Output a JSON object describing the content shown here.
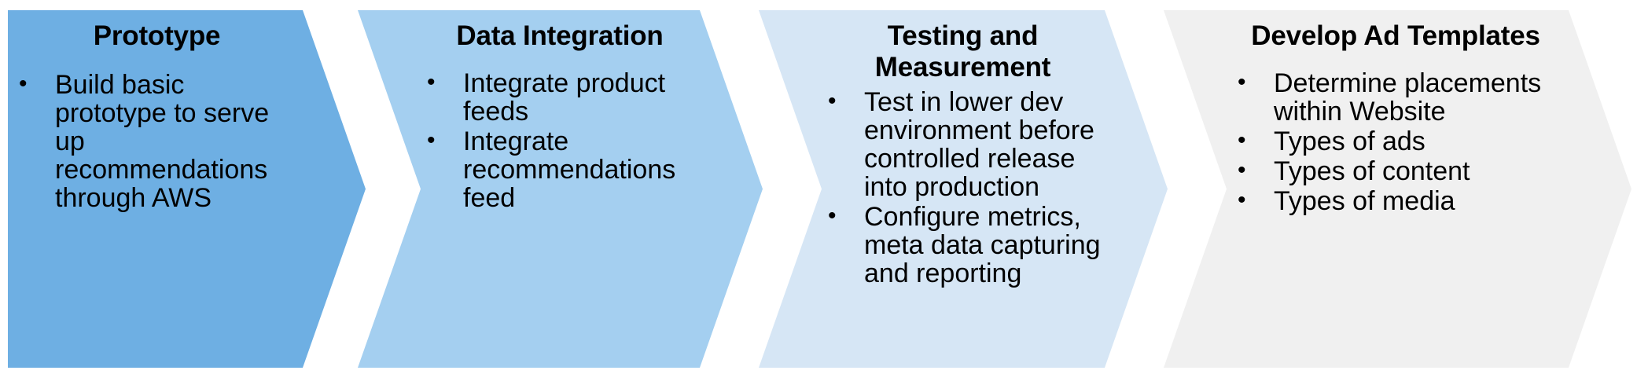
{
  "diagram": {
    "type": "chevron-process",
    "bullet_glyph": "•",
    "text_color": "#000000",
    "gap_color": "#ffffff",
    "segments": [
      {
        "title": "Prototype",
        "fill": "#6EAFE3",
        "items": [
          "Build basic prototype to serve up recommendations through AWS"
        ]
      },
      {
        "title": "Data Integration",
        "fill": "#A4CFF0",
        "items": [
          "Integrate product feeds",
          "Integrate recommendations feed"
        ]
      },
      {
        "title": "Testing and Measurement",
        "fill": "#D6E6F5",
        "items": [
          "Test in lower dev environment before controlled release into production",
          "Configure metrics, meta data capturing and reporting"
        ]
      },
      {
        "title": "Develop Ad Templates",
        "fill": "#F0F0F0",
        "items": [
          "Determine placements within Website",
          "Types of ads",
          "Types of content",
          "Types of media"
        ]
      }
    ]
  }
}
